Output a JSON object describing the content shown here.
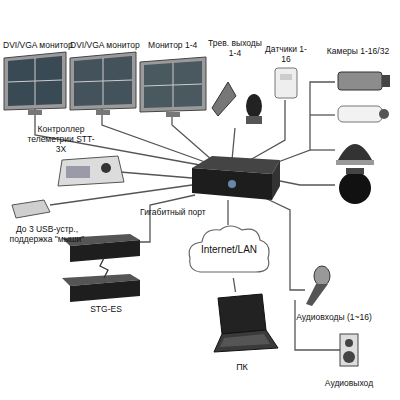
{
  "diagram": {
    "nodes": [
      {
        "text": [
          "Internet/LAN"
        ]
      },
      {
        "text": [
          "ПК"
        ]
      }
    ],
    "edges": [
      {
        "from": 0,
        "to": 1,
        "arrow": "none"
      }
    ],
    "labels": [
      "DVI/VGA монитор",
      "DVI/VGA монитор",
      "Монитор 1-4",
      "Трев. выходы 1-4",
      "Датчики 1-16",
      "Камеры 1-16/32",
      "Контроллер телеметрии STT-3X",
      "Гигабитный порт",
      "До 3 USB-устр., поддержка \"мыши\"",
      "STG-ES",
      "Аудиовходы (1~16)",
      "Аудиовыход"
    ]
  }
}
